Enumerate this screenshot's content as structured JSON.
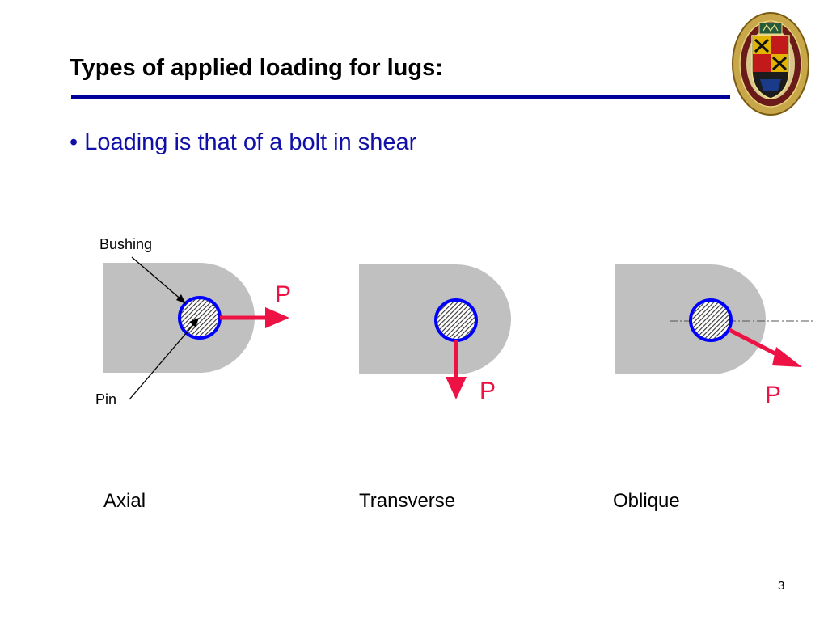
{
  "slide": {
    "title": "Types of applied loading for lugs:",
    "bullet_marker": "•",
    "bullet_text": "Loading is that of a bolt in shear",
    "page_number": "3"
  },
  "diagram": {
    "labels": {
      "bushing": "Bushing",
      "pin": "Pin",
      "load_axial": "P",
      "load_transverse": "P",
      "load_oblique": "P"
    },
    "captions": {
      "axial": "Axial",
      "transverse": "Transverse",
      "oblique": "Oblique"
    },
    "colors": {
      "lug_fill": "#c0c0c0",
      "bushing_ring": "#0000ff",
      "pin_hatch": "#333333",
      "load_arrow": "#ee1144",
      "title_rule": "#000099",
      "bullet_text": "#1010a8"
    }
  },
  "logo": {
    "name": "university-seal-icon"
  }
}
